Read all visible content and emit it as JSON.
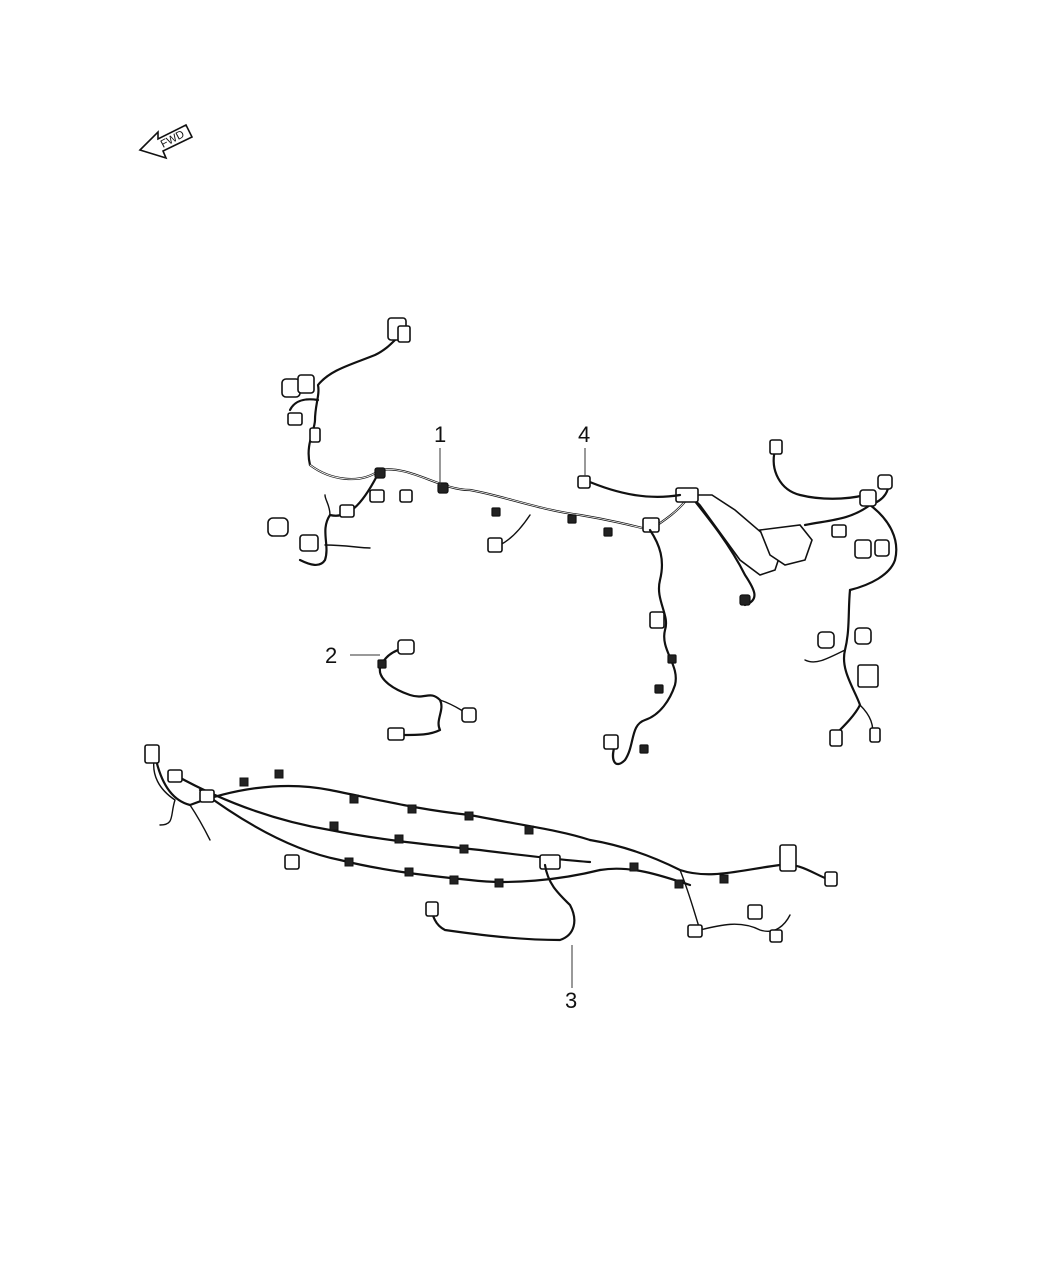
{
  "diagram": {
    "fwd_label": "FWD",
    "callouts": [
      {
        "id": "1",
        "label": "1"
      },
      {
        "id": "2",
        "label": "2"
      },
      {
        "id": "3",
        "label": "3"
      },
      {
        "id": "4",
        "label": "4"
      }
    ],
    "parts": [
      {
        "callout": "1",
        "icon": "main-wiring-harness-icon"
      },
      {
        "callout": "2",
        "icon": "jumper-wiring-icon"
      },
      {
        "callout": "3",
        "icon": "lower-wiring-harness-icon"
      },
      {
        "callout": "4",
        "icon": "connector-icon"
      }
    ],
    "colors": {
      "line": "#111111",
      "background": "#ffffff"
    }
  }
}
